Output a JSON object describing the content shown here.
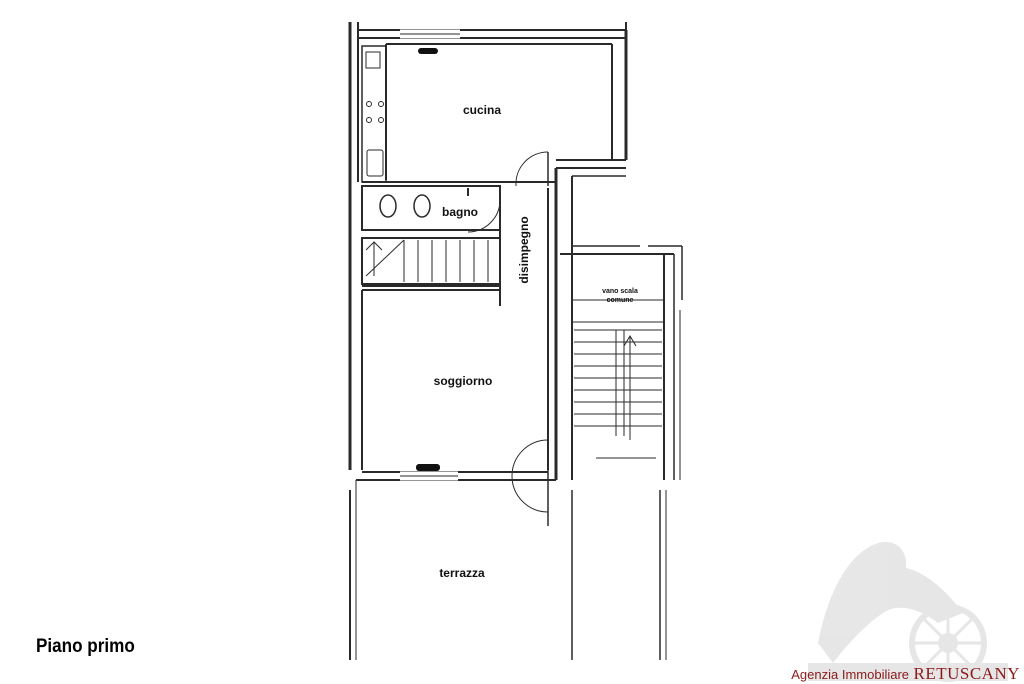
{
  "plan": {
    "rooms": {
      "cucina": "cucina",
      "bagno": "bagno",
      "disimpegno": "disimpegno",
      "soggiorno": "soggiorno",
      "terrazza": "terrazza",
      "vano_scala_line1": "vano scala",
      "vano_scala_line2": "comune"
    },
    "floor_title": "Piano primo"
  },
  "branding": {
    "prefix": "Agenzia Immobiliare",
    "brand": "RETUSCANY",
    "color": "#8b1a1a"
  },
  "colors": {
    "wall": "#2a2a2a",
    "background": "#ffffff"
  }
}
